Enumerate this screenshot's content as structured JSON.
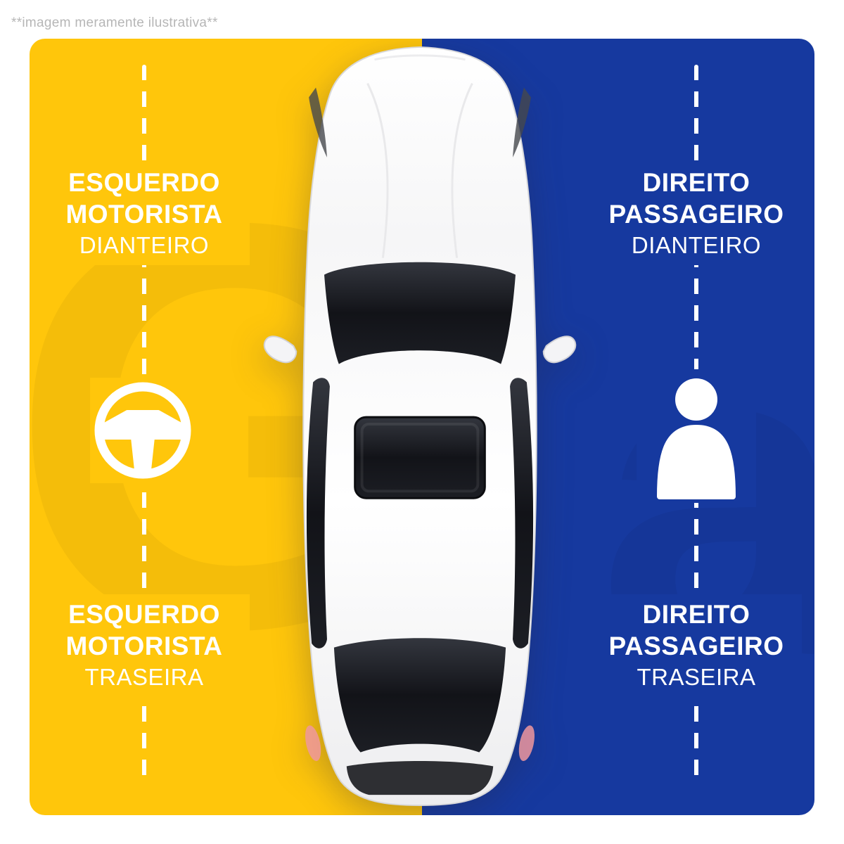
{
  "disclaimer": "**imagem meramente ilustrativa**",
  "colors": {
    "driver_side_yellow": "#FFC60B",
    "passenger_side_blue": "#16399F",
    "label_text": "#FFFFFF",
    "disclaimer_text": "#B6B6B6"
  },
  "quadrants": {
    "front_left": {
      "lines": [
        "ESQUERDO",
        "MOTORISTA",
        "DIANTEIRO"
      ]
    },
    "front_right": {
      "lines": [
        "DIREITO",
        "PASSAGEIRO",
        "DIANTEIRO"
      ]
    },
    "rear_left": {
      "lines": [
        "ESQUERDO",
        "MOTORISTA",
        "TRASEIRA"
      ]
    },
    "rear_right": {
      "lines": [
        "DIREITO",
        "PASSAGEIRO",
        "TRASEIRA"
      ]
    }
  },
  "icons": {
    "driver": "steering-wheel-icon",
    "passenger": "person-icon"
  },
  "watermarks": {
    "left": "G",
    "right": "a"
  }
}
